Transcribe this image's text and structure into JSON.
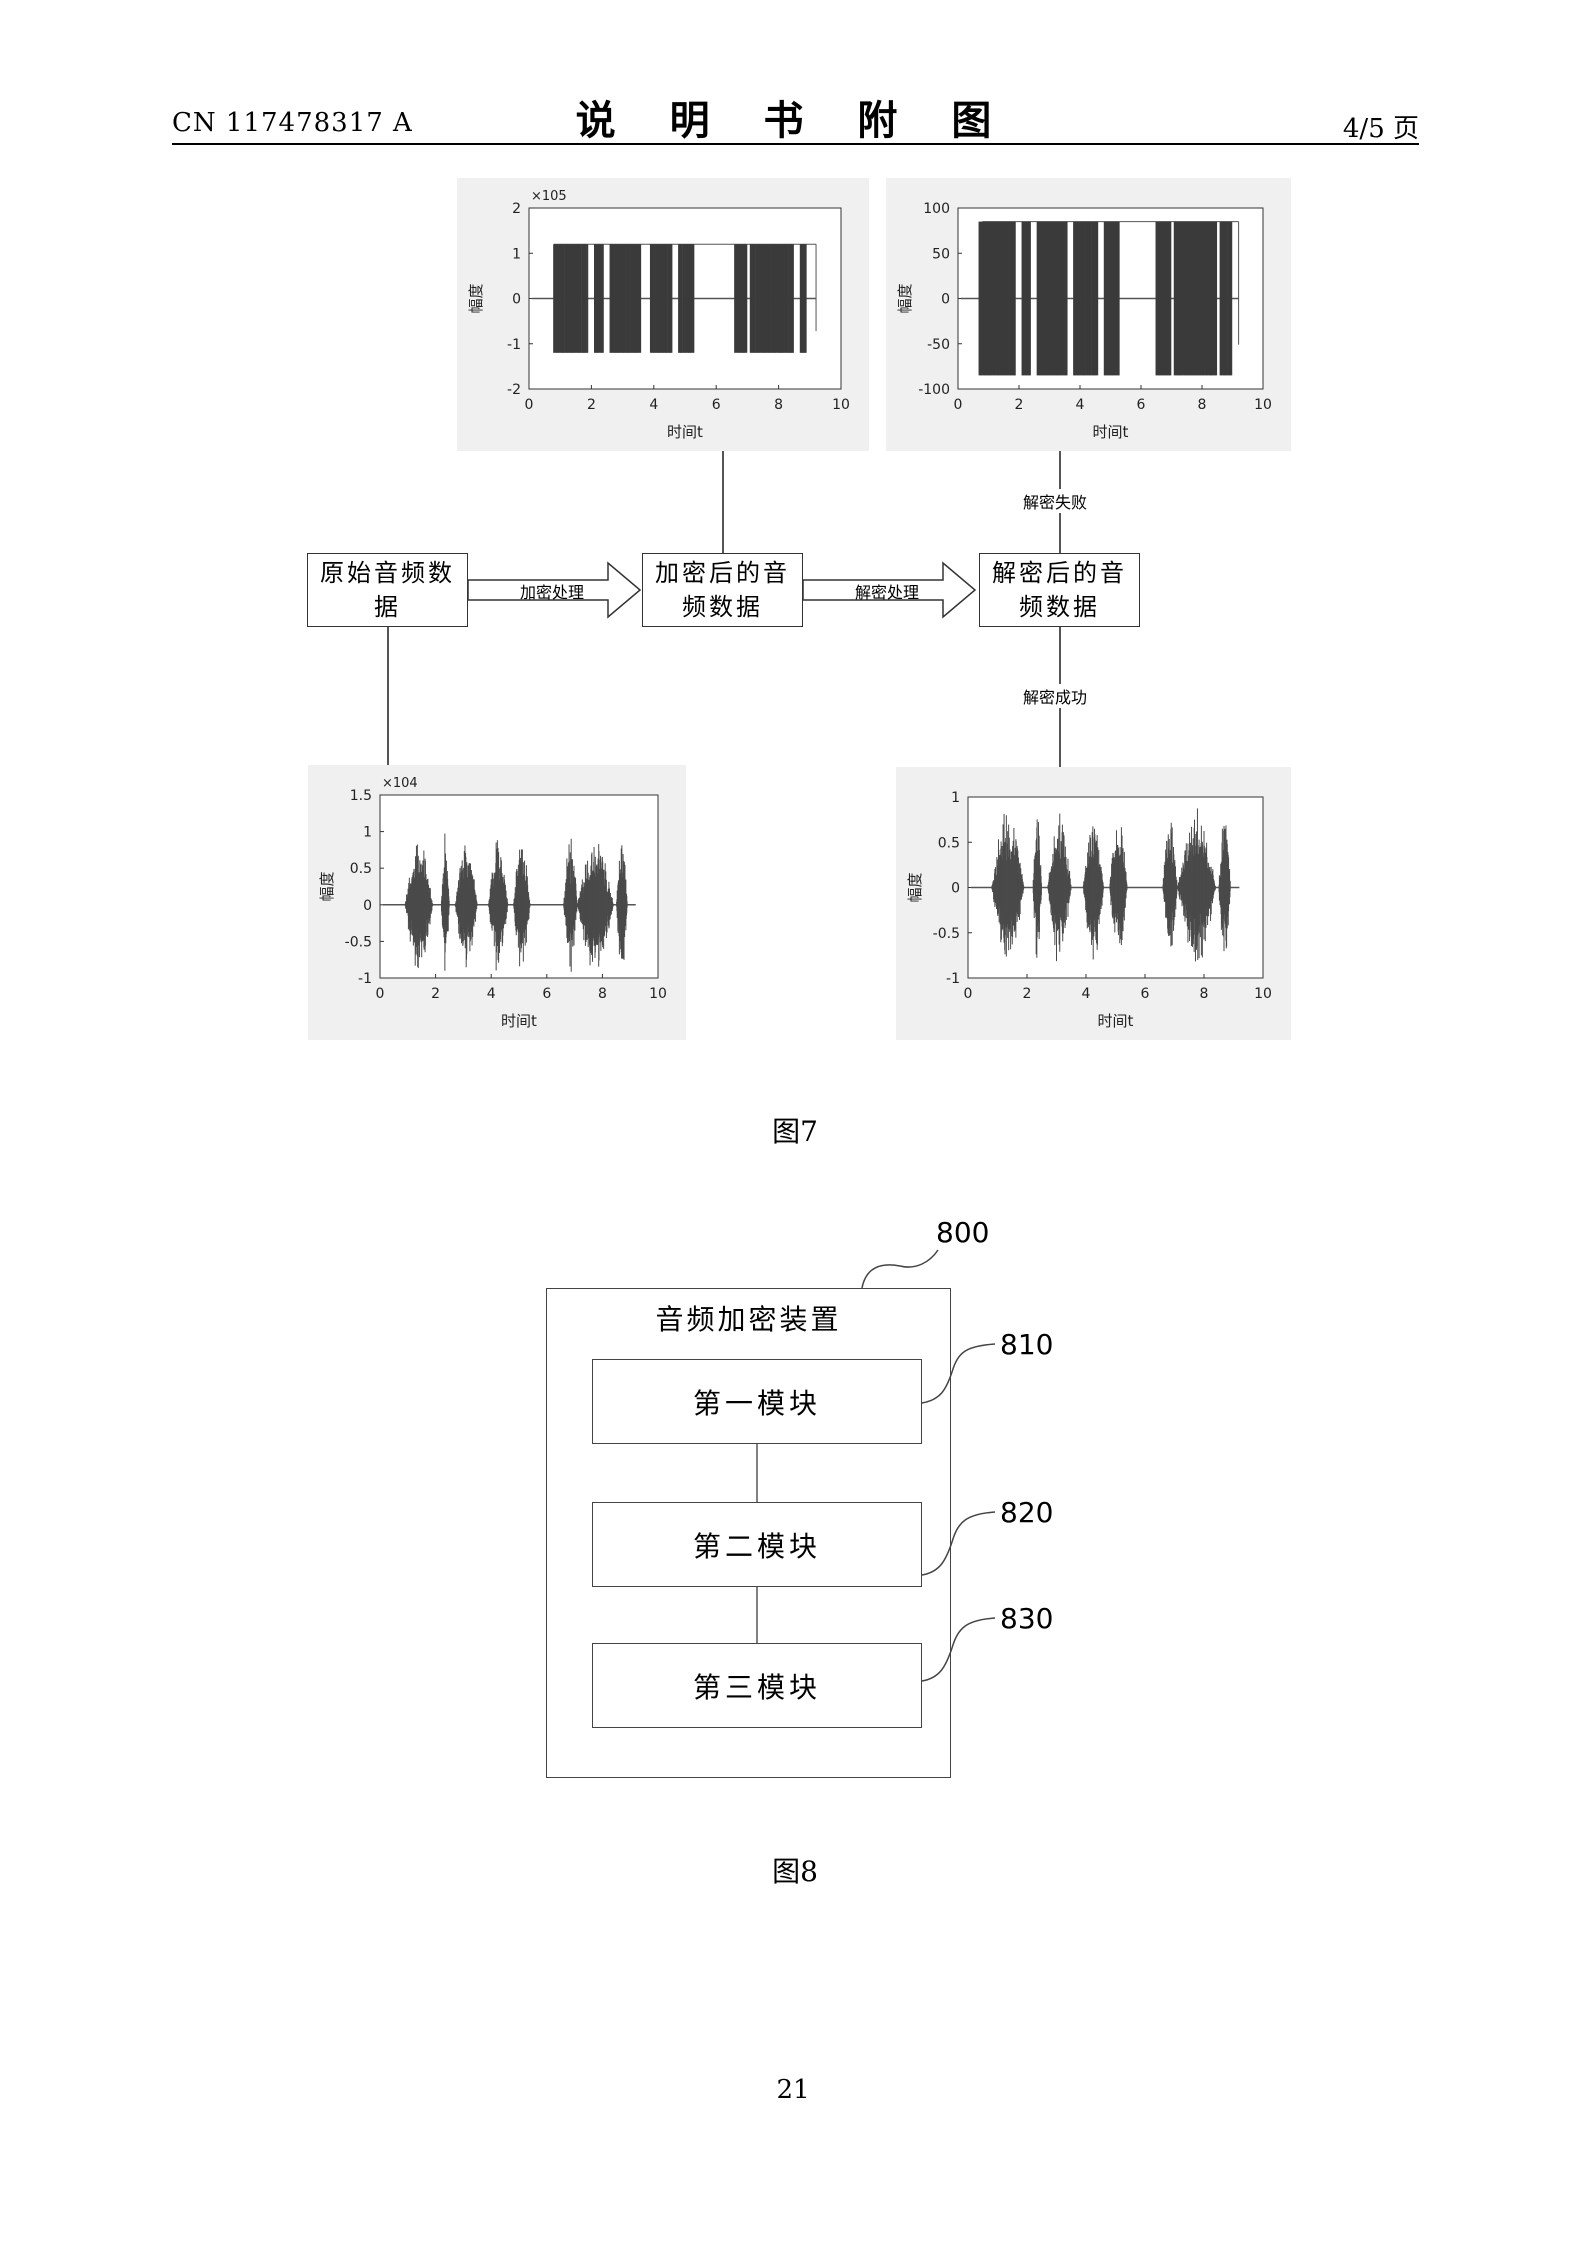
{
  "header": {
    "doc_number": "CN 117478317 A",
    "title": "说 明 书 附 图",
    "page": "4/5 页"
  },
  "figure7": {
    "caption": "图7",
    "nodes": {
      "original": "原始音频数据",
      "encrypted": "加密后的音频数据",
      "decrypted": "解密后的音频数据"
    },
    "arrows": {
      "encrypt": "加密处理",
      "decrypt": "解密处理"
    },
    "branches": {
      "fail": "解密失败",
      "success": "解密成功"
    }
  },
  "chart_data": [
    {
      "id": "encrypted-plot",
      "type": "line",
      "xlabel": "时间t",
      "ylabel": "幅度",
      "multiplier": "×10^5",
      "xlim": [
        0,
        10
      ],
      "ylim": [
        -2,
        2
      ],
      "xticks": [
        "0",
        "2",
        "4",
        "6",
        "8",
        "10"
      ],
      "yticks": [
        "2",
        "1",
        "0",
        "-1",
        "-2"
      ],
      "amplitude": 1.2,
      "signal_end": 9.2,
      "bursts": [
        [
          0.8,
          1.9
        ],
        [
          2.1,
          2.4
        ],
        [
          2.6,
          3.6
        ],
        [
          3.9,
          4.6
        ],
        [
          4.8,
          5.3
        ],
        [
          6.6,
          7.0
        ],
        [
          7.1,
          8.5
        ],
        [
          8.7,
          8.9
        ]
      ]
    },
    {
      "id": "failed-decrypt-plot",
      "type": "line",
      "xlabel": "时间t",
      "ylabel": "幅度",
      "xlim": [
        0,
        10
      ],
      "ylim": [
        -100,
        100
      ],
      "xticks": [
        "0",
        "2",
        "4",
        "6",
        "8",
        "10"
      ],
      "yticks": [
        "100",
        "50",
        "0",
        "-50",
        "-100"
      ],
      "amplitude": 85,
      "signal_end": 9.2,
      "bursts": [
        [
          0.7,
          1.9
        ],
        [
          2.1,
          2.4
        ],
        [
          2.6,
          3.6
        ],
        [
          3.8,
          4.6
        ],
        [
          4.8,
          5.3
        ],
        [
          6.5,
          7.0
        ],
        [
          7.1,
          8.5
        ],
        [
          8.6,
          9.0
        ]
      ]
    },
    {
      "id": "original-plot",
      "type": "line",
      "xlabel": "时间t",
      "ylabel": "幅度",
      "multiplier": "×10^4",
      "xlim": [
        0,
        10
      ],
      "ylim": [
        -1,
        1.5
      ],
      "xticks": [
        "0",
        "2",
        "4",
        "6",
        "8",
        "10"
      ],
      "yticks": [
        "1.5",
        "1",
        "0.5",
        "0",
        "-0.5",
        "-1"
      ],
      "amplitude": 1.0,
      "signal_end": 9.2,
      "bursts": [
        [
          0.9,
          1.9
        ],
        [
          2.2,
          2.5
        ],
        [
          2.7,
          3.5
        ],
        [
          3.9,
          4.6
        ],
        [
          4.8,
          5.4
        ],
        [
          6.6,
          7.1
        ],
        [
          7.1,
          8.4
        ],
        [
          8.5,
          8.9
        ]
      ]
    },
    {
      "id": "decrypted-plot",
      "type": "line",
      "xlabel": "时间t",
      "ylabel": "幅度",
      "xlim": [
        0,
        10
      ],
      "ylim": [
        -1,
        1
      ],
      "xticks": [
        "0",
        "2",
        "4",
        "6",
        "8",
        "10"
      ],
      "yticks": [
        "1",
        "0.5",
        "0",
        "-0.5",
        "-1"
      ],
      "amplitude": 0.9,
      "signal_end": 9.2,
      "bursts": [
        [
          0.8,
          1.9
        ],
        [
          2.2,
          2.5
        ],
        [
          2.7,
          3.5
        ],
        [
          3.9,
          4.6
        ],
        [
          4.8,
          5.4
        ],
        [
          6.6,
          7.1
        ],
        [
          7.1,
          8.4
        ],
        [
          8.5,
          8.9
        ]
      ]
    }
  ],
  "figure8": {
    "caption": "图8",
    "device_label": "音频加密装置",
    "device_ref": "800",
    "modules": [
      {
        "label": "第一模块",
        "ref": "810"
      },
      {
        "label": "第二模块",
        "ref": "820"
      },
      {
        "label": "第三模块",
        "ref": "830"
      }
    ]
  },
  "footer": {
    "page_number": "21"
  }
}
